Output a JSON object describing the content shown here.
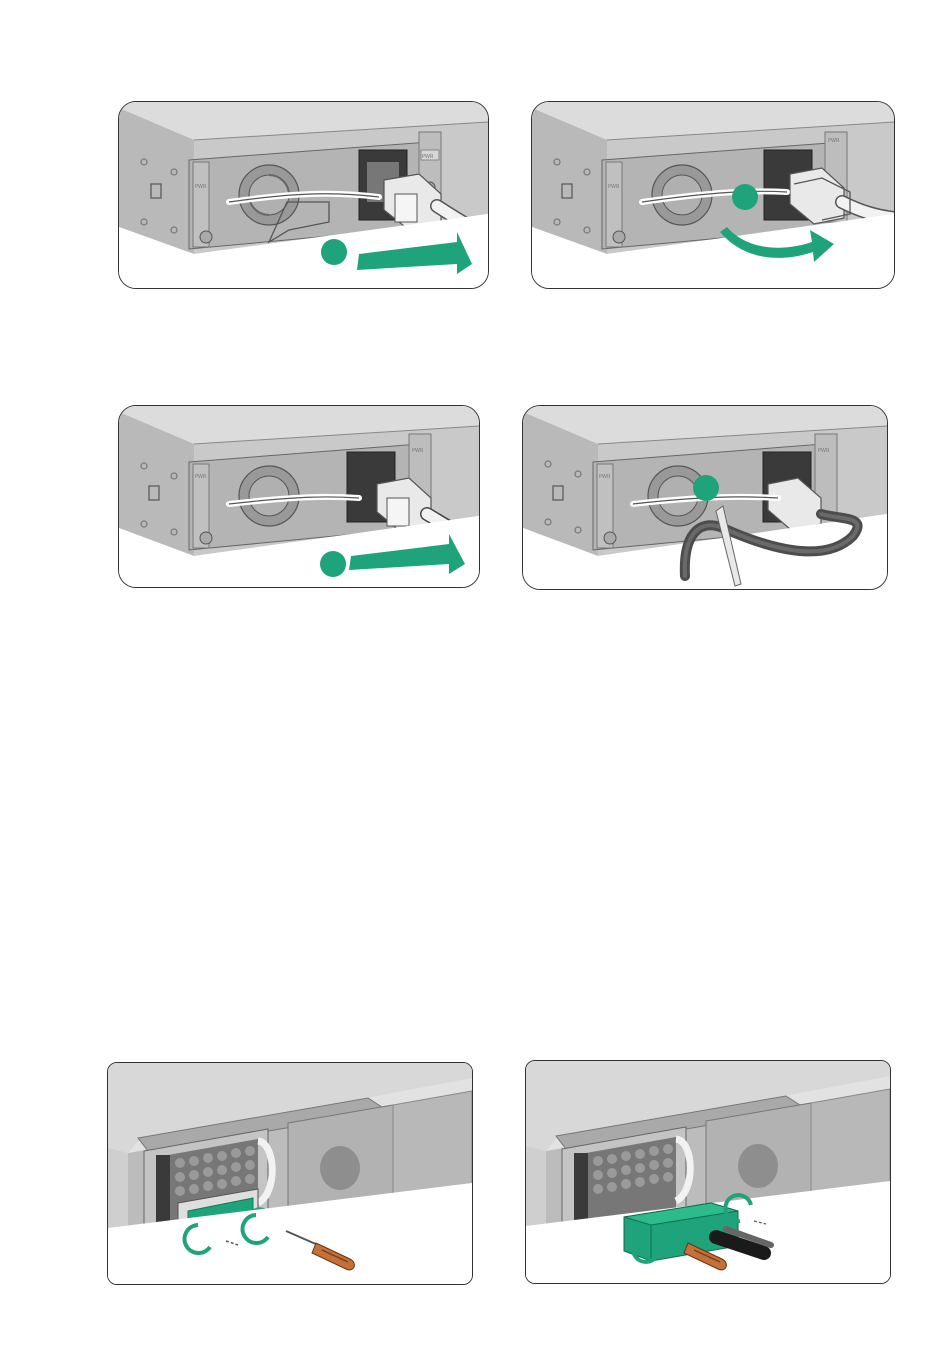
{
  "figure": {
    "accent_color": "#1fa37a",
    "device_color": "#c7c7c7",
    "device_dark": "#8e8e8e",
    "cable_color": "#5a5a5a",
    "screwdriver_color": "#c4703a",
    "panels": [
      {
        "id": "step-1",
        "label": "PWR",
        "marker": "",
        "icon": "power-cord-insert"
      },
      {
        "id": "step-2",
        "label": "PWR",
        "marker": "",
        "icon": "retainer-clip-rotate"
      },
      {
        "id": "step-3",
        "label": "PWR",
        "marker": "",
        "icon": "power-cord-insert"
      },
      {
        "id": "step-4",
        "label": "PWR",
        "marker": "",
        "icon": "cable-tie-fasten"
      },
      {
        "id": "step-5",
        "label": "",
        "marker": "",
        "icon": "screwdriver-loosen"
      },
      {
        "id": "step-6",
        "label": "",
        "marker": "",
        "icon": "dc-connector-fasten"
      }
    ]
  }
}
